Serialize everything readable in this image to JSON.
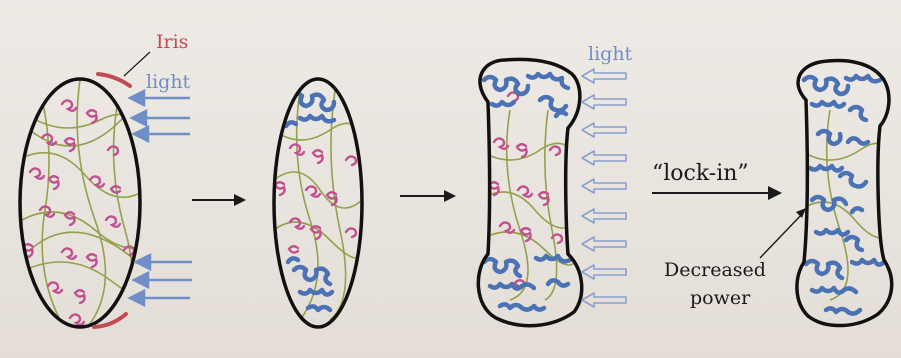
{
  "labels": {
    "iris": "Iris",
    "light_1": "light",
    "light_3": "light",
    "lock_in": "“lock-in”",
    "decreased_line1": "Decreased",
    "decreased_line2": "power"
  },
  "colors": {
    "outline": "#111111",
    "pink_chain": "#c24f8f",
    "blue_cluster": "#4a72b4",
    "green_mesh": "#8a9a3c",
    "iris_red": "#c24a52",
    "light_arrow_blue": "#6f8fc6",
    "light_arrow_hollow": "#8a9fcf",
    "process_arrow": "#1a1a1a",
    "iris_text": "#c24a52",
    "light_text": "#6f8fc6",
    "black_text": "#1a1a1a"
  },
  "icons": {
    "light_arrow_filled": "arrow-left-filled-icon",
    "light_arrow_hollow": "arrow-left-hollow-icon",
    "process_arrow": "arrow-right-icon"
  }
}
